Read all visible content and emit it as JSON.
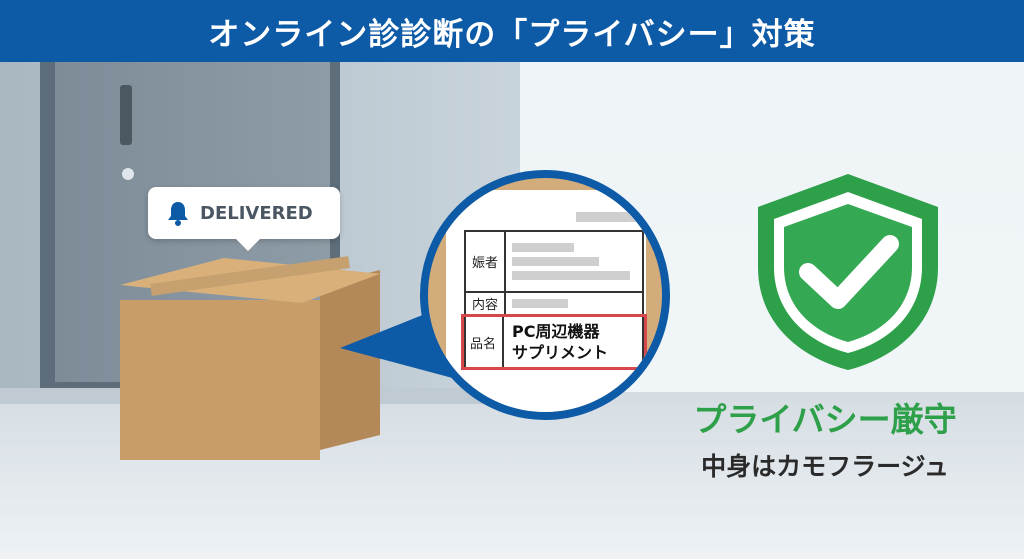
{
  "header": {
    "title": "オンライン診診断の「プライバシー」対策"
  },
  "notification": {
    "icon": "bell-icon",
    "label": "DELIVERED"
  },
  "shipping_label": {
    "rows": [
      {
        "key": "娠者"
      },
      {
        "key": "内容"
      },
      {
        "key": "品名",
        "value_lines": [
          "PC周辺機器",
          "サプリメント"
        ]
      }
    ],
    "highlight_color": "#d7484d"
  },
  "privacy": {
    "icon": "shield-check-icon",
    "title": "プライバシー厳守",
    "subtitle": "中身はカモフラージュ",
    "accent": "#2ea04a"
  },
  "colors": {
    "header": "#0d5aa7"
  }
}
